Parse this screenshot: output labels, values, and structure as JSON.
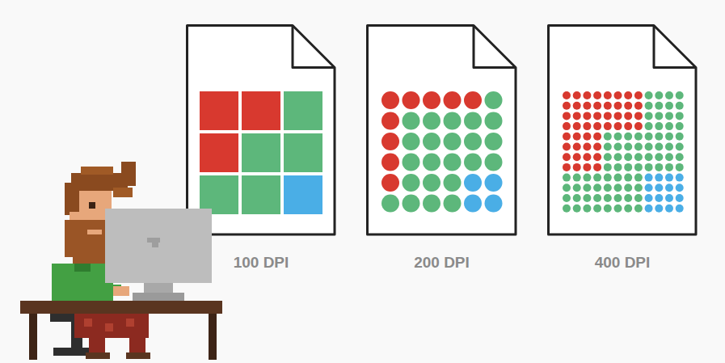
{
  "diagram": {
    "nodes": [
      {
        "text": [
          "100 DPI"
        ]
      },
      {
        "text": [
          "200 DPI"
        ]
      },
      {
        "text": [
          "400 DPI"
        ]
      }
    ]
  }
}
